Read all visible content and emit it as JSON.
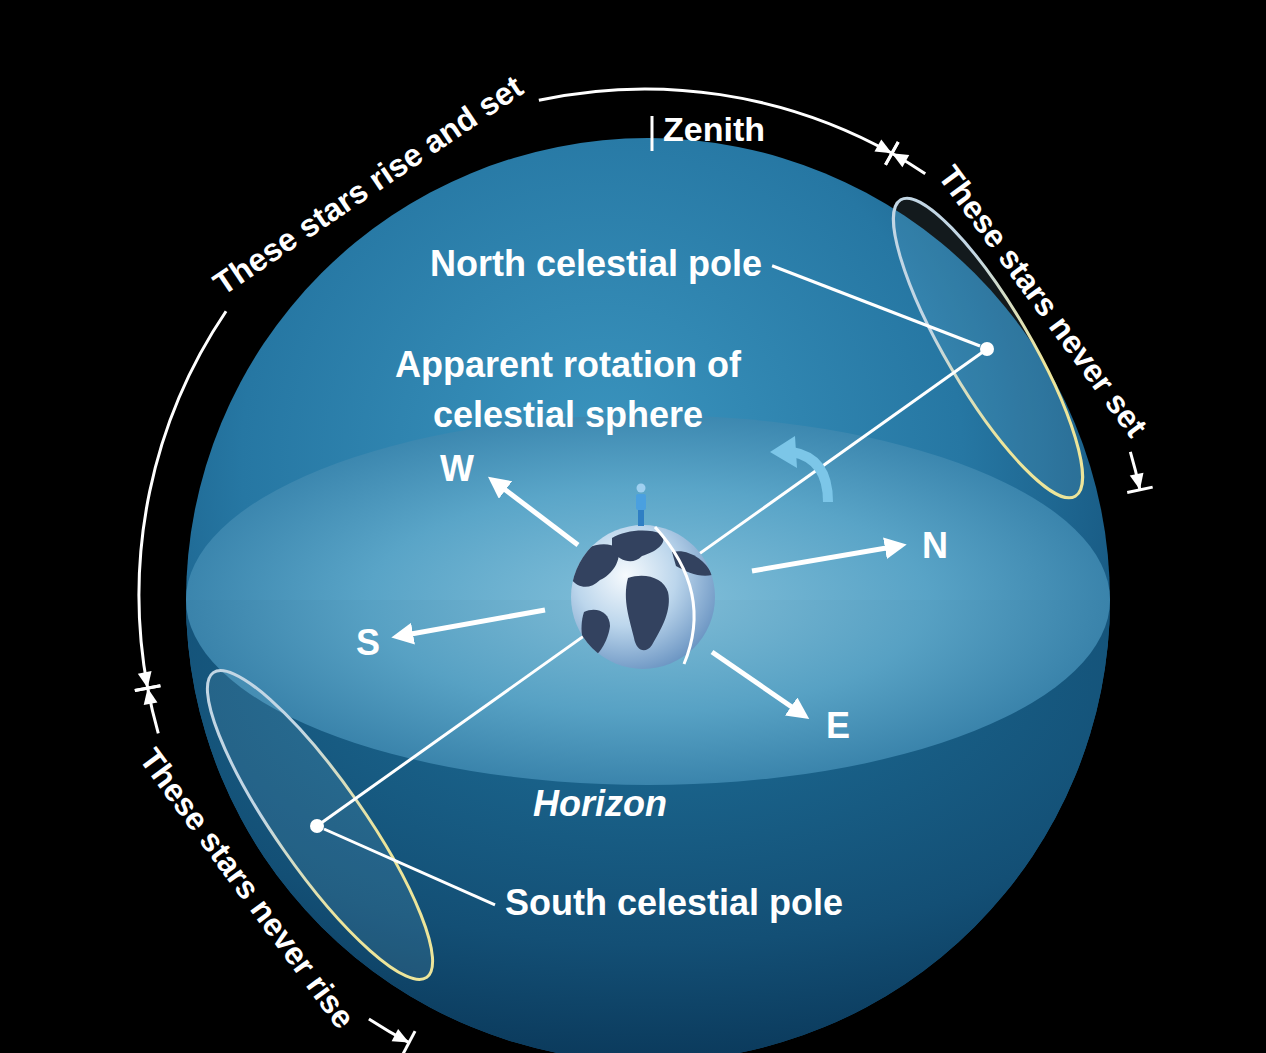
{
  "diagram": {
    "labels": [
      "These stars rise and set",
      "Zenith",
      "These stars never set",
      "North celestial pole",
      "Apparent rotation of celestial sphere",
      "W",
      "N",
      "S",
      "E",
      "Horizon",
      "South celestial pole",
      "These stars never rise"
    ]
  }
}
